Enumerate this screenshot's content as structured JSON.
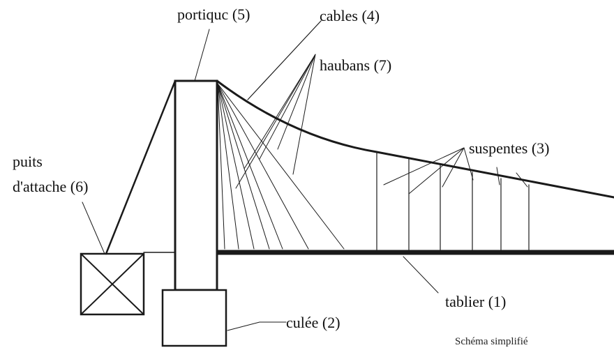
{
  "diagram": {
    "labels": {
      "portique": "portiquc (5)",
      "cables": "cables (4)",
      "haubans": "haubans (7)",
      "suspentes": "suspentes (3)",
      "puits_line1": "puits",
      "puits_line2": "d'attache (6)",
      "tablier": "tablier (1)",
      "culee": "culée (2)"
    },
    "caption": "Schéma simplifié"
  }
}
